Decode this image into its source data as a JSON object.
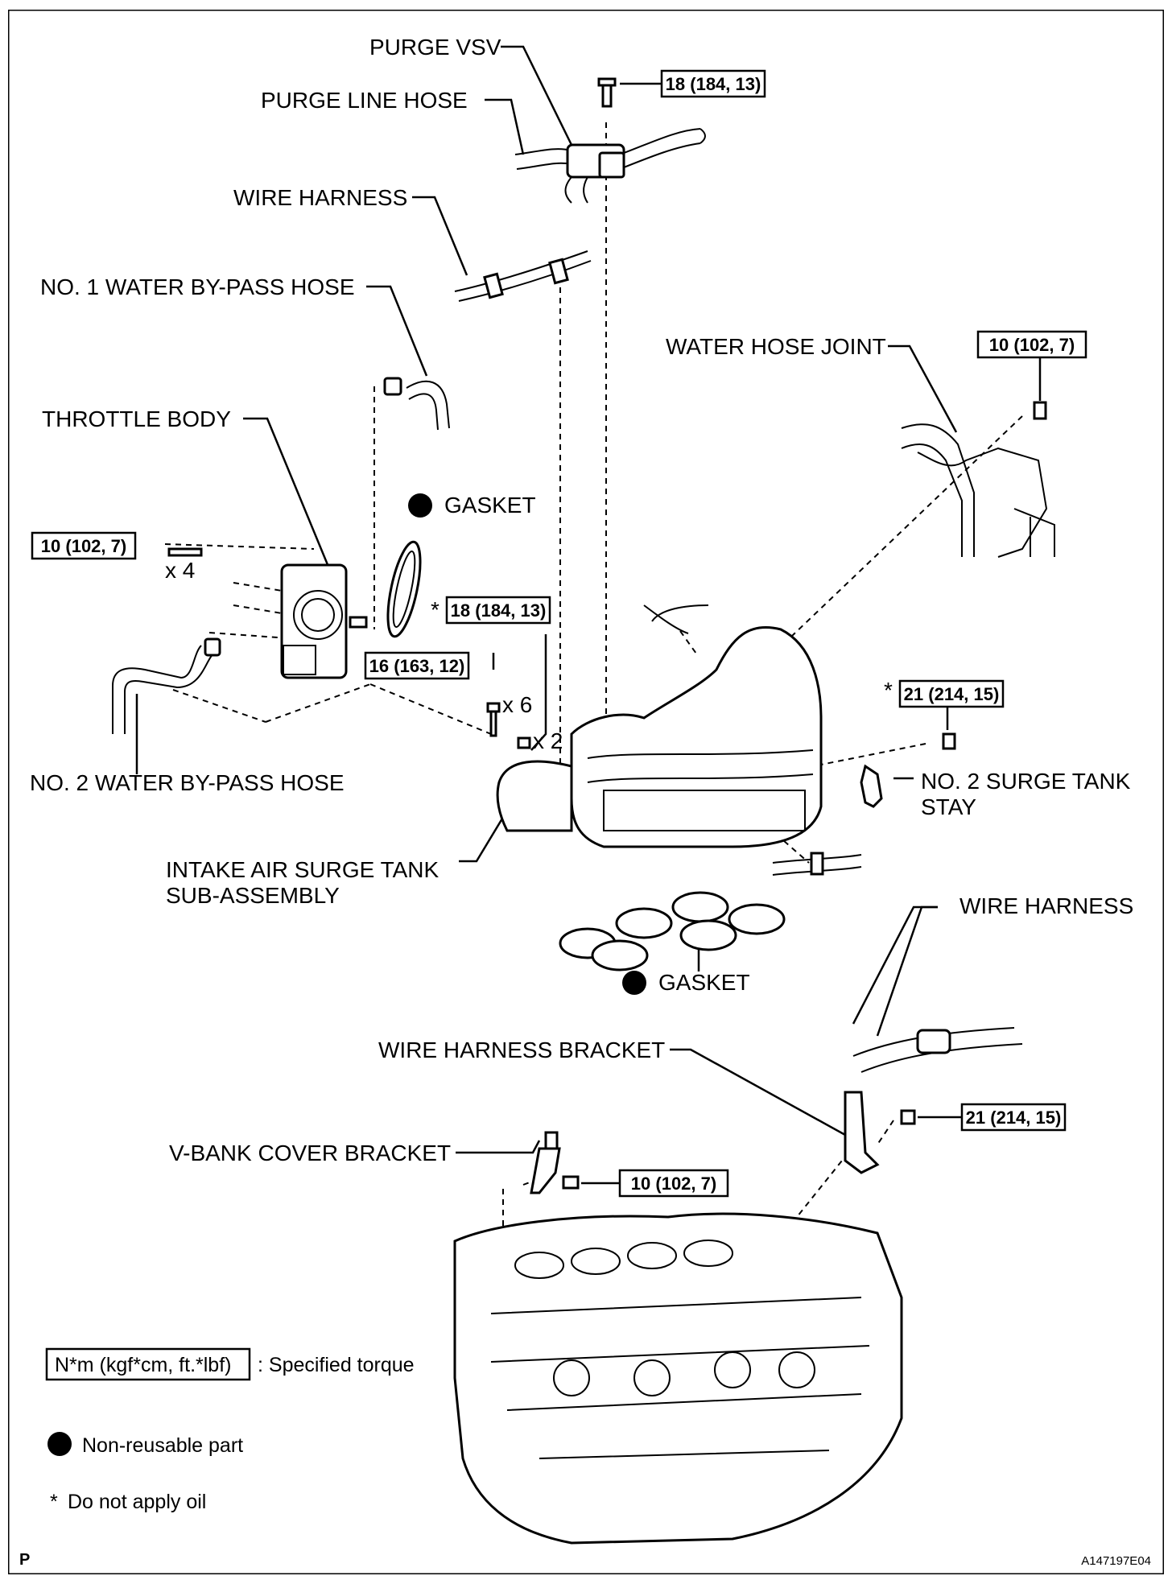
{
  "labels": {
    "purge_vsv": "PURGE VSV",
    "purge_line_hose": "PURGE LINE HOSE",
    "wire_harness_top": "WIRE HARNESS",
    "no1_water_bypass_hose": "NO. 1 WATER BY-PASS HOSE",
    "water_hose_joint": "WATER HOSE JOINT",
    "throttle_body": "THROTTLE BODY",
    "gasket_top": "GASKET",
    "no2_water_bypass_hose": "NO. 2 WATER BY-PASS HOSE",
    "no2_surge_tank_stay_1": "NO. 2 SURGE TANK",
    "no2_surge_tank_stay_2": "STAY",
    "intake_surge_tank_1": "INTAKE AIR SURGE TANK",
    "intake_surge_tank_2": "SUB-ASSEMBLY",
    "wire_harness_right": "WIRE HARNESS",
    "gasket_bottom": "GASKET",
    "wire_harness_bracket": "WIRE HARNESS BRACKET",
    "vbank_cover_bracket": "V-BANK COVER BRACKET"
  },
  "torques": {
    "purge_vsv": "18 (184, 13)",
    "water_hose_joint": "10 (102, 7)",
    "throttle_body": "10 (102, 7)",
    "surge_tank_upper": "18 (184, 13)",
    "surge_tank_bolts": "16 (163, 12)",
    "surge_tank_stay": "21 (214, 15)",
    "wire_harness_bracket": "21 (214, 15)",
    "vbank_bracket": "10 (102, 7)"
  },
  "quantities": {
    "throttle_bolts": "x 4",
    "surge_tank_bolts": "x 6",
    "surge_tank_nuts": "x 2"
  },
  "markers": {
    "asterisk": "*"
  },
  "legend": {
    "torque_unit": "N*m (kgf*cm, ft.*lbf)",
    "torque_desc": ": Specified torque",
    "nonreusable": "Non-reusable part",
    "no_oil": "Do not apply oil"
  },
  "footer": {
    "left_code": "P",
    "figure_id": "A147197E04"
  }
}
